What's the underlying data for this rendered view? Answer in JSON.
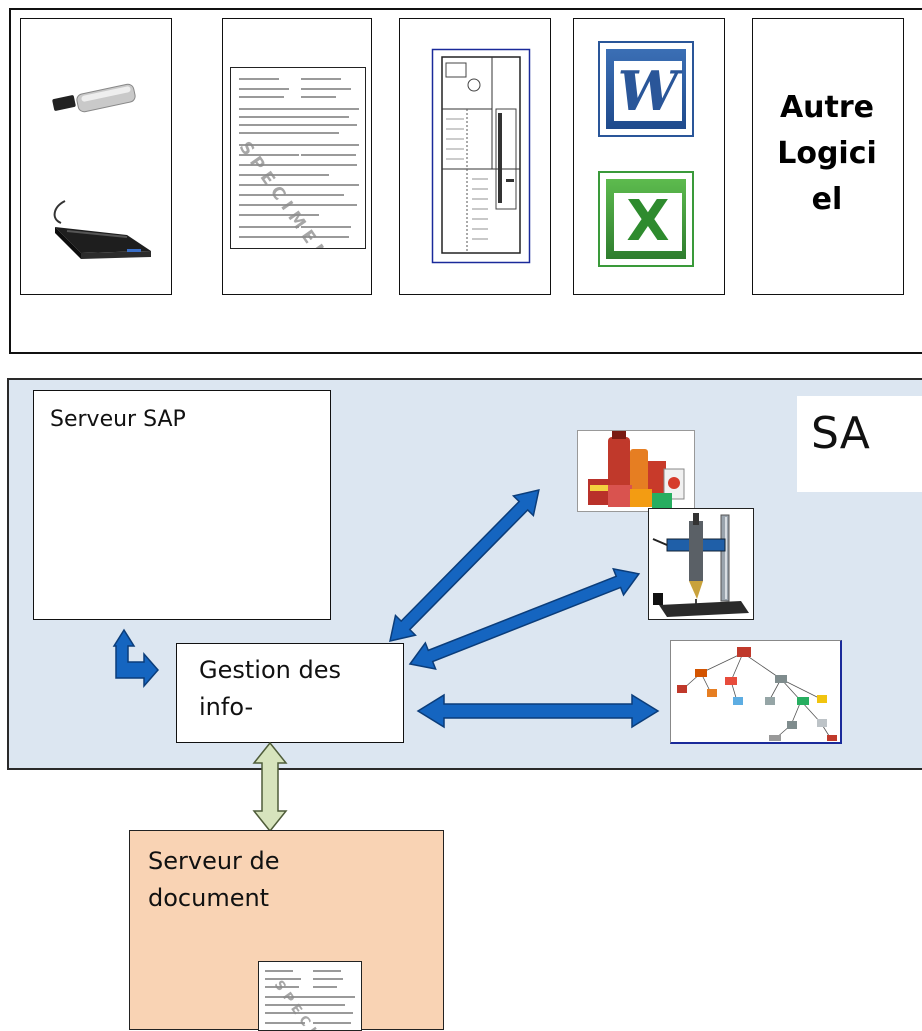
{
  "top_panel": {
    "cards": [
      {
        "id": "usb-card",
        "icons": [
          "usb-stick-icon",
          "card-reader-icon"
        ]
      },
      {
        "id": "form-card",
        "icons": [
          "specimen-form-icon"
        ],
        "stamp": "SPECIMEN"
      },
      {
        "id": "blueprint-card",
        "icons": [
          "floor-plan-icon"
        ]
      },
      {
        "id": "office-card",
        "icons": [
          "word-icon",
          "excel-icon"
        ],
        "word_letter": "W",
        "excel_letter": "X"
      },
      {
        "id": "other-card",
        "label_lines": [
          "Autre",
          "Logici",
          "el"
        ]
      }
    ]
  },
  "sa_panel": {
    "title": "SA",
    "sap_server_label": "Serveur SAP",
    "gestion_label_lines": [
      "Gestion des",
      "info-"
    ],
    "images": [
      "food-products-image",
      "drill-press-image",
      "network-diagram-image"
    ]
  },
  "doc_server": {
    "label_lines": [
      "Serveur de",
      "document"
    ],
    "stamp": "SPECIMEN"
  },
  "colors": {
    "sa_background": "#dce6f1",
    "doc_server_background": "#f9d3b4",
    "arrow_blue": "#1565c0",
    "arrow_green": "#d7e4bd",
    "word_blue": "#2a5699",
    "excel_green": "#3a9a3a"
  }
}
